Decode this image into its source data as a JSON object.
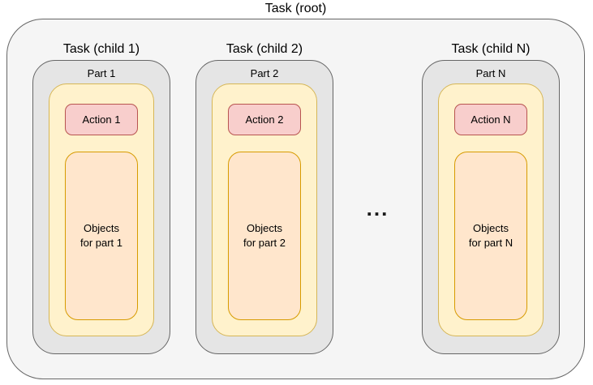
{
  "diagram": {
    "root_label": "Task (root)",
    "ellipsis": "...",
    "children": [
      {
        "title": "Task (child 1)",
        "part_label": "Part 1",
        "action_label": "Action 1",
        "objects_line1": "Objects",
        "objects_line2": "for part 1"
      },
      {
        "title": "Task (child 2)",
        "part_label": "Part 2",
        "action_label": "Action 2",
        "objects_line1": "Objects",
        "objects_line2": "for part 2"
      },
      {
        "title": "Task (child N)",
        "part_label": "Part N",
        "action_label": "Action N",
        "objects_line1": "Objects",
        "objects_line2": "for part N"
      }
    ]
  },
  "colors": {
    "canvas_background": "#ffffff",
    "root_fill": "#f5f5f5",
    "root_stroke": "#666666",
    "part_fill": "#e5e5e5",
    "part_stroke": "#666666",
    "content_fill": "#fff2cc",
    "content_stroke": "#d6b656",
    "action_fill": "#f8cecc",
    "action_stroke": "#b85450",
    "objects_fill": "#ffe6cc",
    "objects_stroke": "#d79b00",
    "text": "#000000"
  }
}
